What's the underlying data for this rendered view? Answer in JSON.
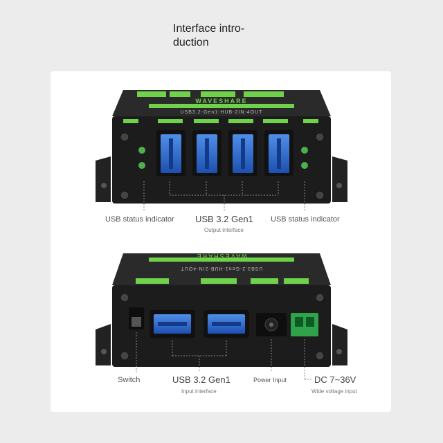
{
  "title": {
    "line1": "Interface intro-",
    "line2": "duction"
  },
  "top_panel": {
    "brand": "WAVESHARE",
    "model": "USB3.2-Gen1-HUB-2IN-4OUT",
    "label_left": "USB status indicator",
    "label_center": "USB 3.2 Gen1",
    "label_center_sub": "Output interface",
    "label_right": "USB status indicator"
  },
  "bottom_panel": {
    "label_switch": "Switch",
    "label_usb": "USB 3.2 Gen1",
    "label_usb_sub": "Input interface",
    "label_power": "Power Input",
    "label_dc": "DC 7~36V",
    "label_dc_sub": "Wide voltage input"
  },
  "colors": {
    "accent": "#6fd24a",
    "body": "#1c1c1c",
    "usb_blue": "#2f6fd8"
  }
}
